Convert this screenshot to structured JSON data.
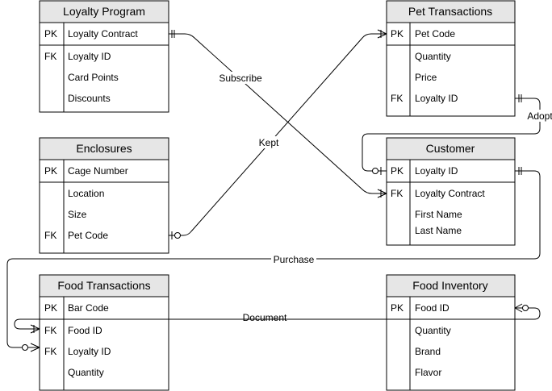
{
  "entities": {
    "loyalty_program": {
      "title": "Loyalty Program",
      "rows": [
        {
          "key": "PK",
          "field": "Loyalty Contract"
        },
        {
          "key": "FK",
          "field": "Loyalty ID"
        },
        {
          "key": "",
          "field": "Card Points"
        },
        {
          "key": "",
          "field": "Discounts"
        }
      ]
    },
    "pet_transactions": {
      "title": "Pet Transactions",
      "rows": [
        {
          "key": "PK",
          "field": "Pet Code"
        },
        {
          "key": "",
          "field": "Quantity"
        },
        {
          "key": "",
          "field": "Price"
        },
        {
          "key": "FK",
          "field": "Loyalty ID"
        }
      ]
    },
    "enclosures": {
      "title": "Enclosures",
      "rows": [
        {
          "key": "PK",
          "field": "Cage Number"
        },
        {
          "key": "",
          "field": "Location"
        },
        {
          "key": "",
          "field": "Size"
        },
        {
          "key": "FK",
          "field": "Pet Code"
        }
      ]
    },
    "customer": {
      "title": "Customer",
      "rows": [
        {
          "key": "PK",
          "field": "Loyalty ID"
        },
        {
          "key": "FK",
          "field": "Loyalty Contract"
        },
        {
          "key": "",
          "field": "First Name"
        },
        {
          "key": "",
          "field": "Last Name"
        }
      ]
    },
    "food_transactions": {
      "title": "Food Transactions",
      "rows": [
        {
          "key": "PK",
          "field": "Bar Code"
        },
        {
          "key": "FK",
          "field": "Food ID"
        },
        {
          "key": "FK",
          "field": "Loyalty ID"
        },
        {
          "key": "",
          "field": "Quantity"
        }
      ]
    },
    "food_inventory": {
      "title": "Food Inventory",
      "rows": [
        {
          "key": "PK",
          "field": "Food ID"
        },
        {
          "key": "",
          "field": "Quantity"
        },
        {
          "key": "",
          "field": "Brand"
        },
        {
          "key": "",
          "field": "Flavor"
        }
      ]
    }
  },
  "relationships": {
    "subscribe": "Subscribe",
    "kept": "Kept",
    "adopt": "Adopt",
    "purchase": "Purchase",
    "document": "Document"
  },
  "colors": {
    "header_fill": "#e6e6e6",
    "line": "#000000",
    "background": "#ffffff"
  }
}
